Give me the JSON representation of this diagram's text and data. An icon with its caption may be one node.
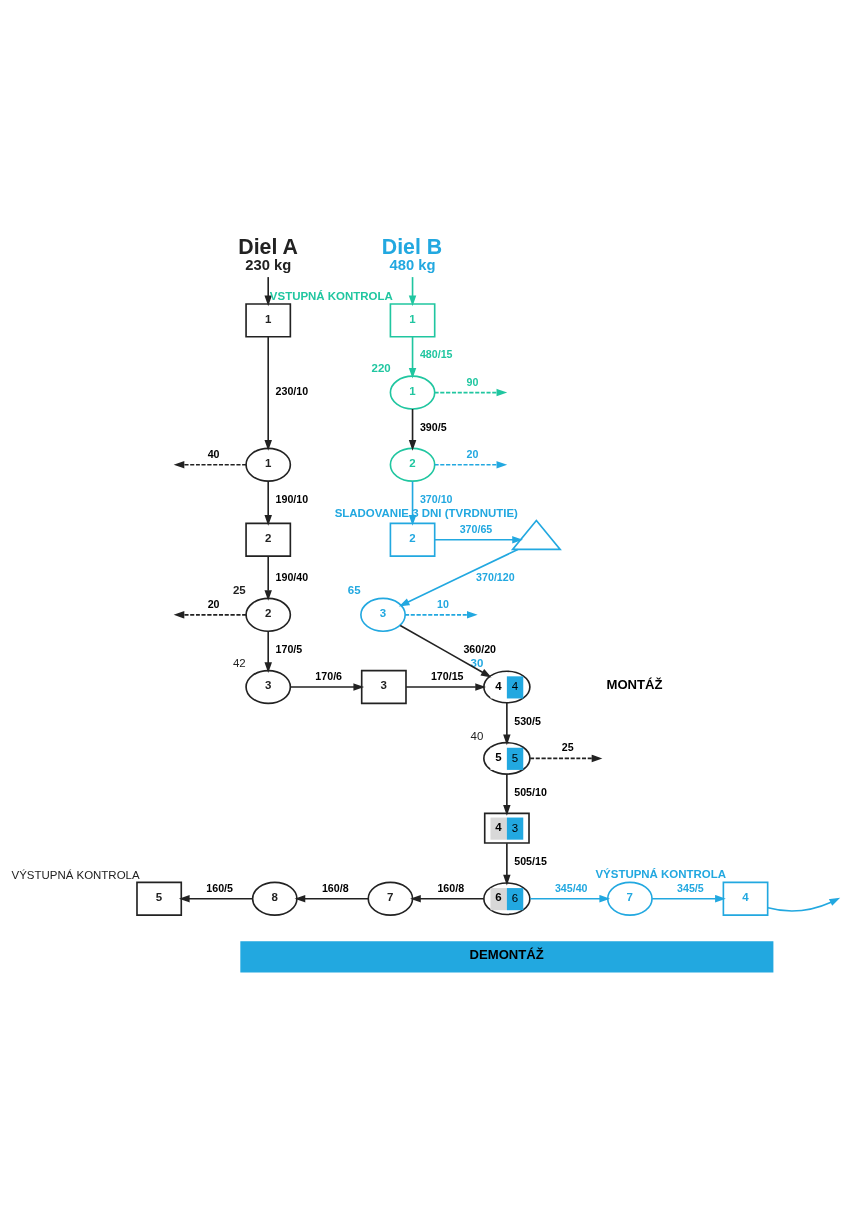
{
  "diagram": {
    "nodes": [
      {
        "text": [
          "Diel A",
          "230 kg"
        ]
      },
      {
        "text": [
          "Diel B",
          "480 kg"
        ]
      },
      {
        "text": [
          "1"
        ]
      },
      {
        "text": [
          "1"
        ],
        "beside": [
          "VSTUPNÁ KONTROLA"
        ]
      },
      {
        "text": [
          "1"
        ],
        "beside": [
          "220"
        ]
      },
      {
        "text": [
          "1"
        ]
      },
      {
        "text": [
          "2"
        ]
      },
      {
        "text": [
          "2"
        ]
      },
      {
        "text": [
          "2"
        ]
      },
      {
        "text": [],
        "shape": "triangle",
        "beside": [
          "SLADOVANIE 3 DNI (TVRDNUTIE)"
        ]
      },
      {
        "text": [
          "2"
        ],
        "beside": [
          "25"
        ]
      },
      {
        "text": [
          "3"
        ],
        "beside": [
          "65"
        ]
      },
      {
        "text": [
          "3"
        ],
        "beside": [
          "42"
        ]
      },
      {
        "text": [
          "3"
        ]
      },
      {
        "text": [
          "4",
          "4"
        ],
        "beside": [
          "30"
        ]
      },
      {
        "text": [
          "5",
          "5"
        ],
        "beside": [
          "40"
        ]
      },
      {
        "text": [
          "4",
          "3"
        ]
      },
      {
        "text": [
          "5"
        ],
        "beside": [
          "VÝSTUPNÁ KONTROLA"
        ]
      },
      {
        "text": [
          "8"
        ]
      },
      {
        "text": [
          "7"
        ]
      },
      {
        "text": [
          "6",
          "6"
        ]
      },
      {
        "text": [
          "7"
        ]
      },
      {
        "text": [
          "4"
        ],
        "beside": [
          "VÝSTUPNÁ KONTROLA"
        ]
      }
    ],
    "edges": [
      {
        "from": 0,
        "to": 2,
        "arrow": "to"
      },
      {
        "from": 1,
        "to": 3,
        "arrow": "to",
        "color": "#20c6a0"
      },
      {
        "from": 3,
        "to": 4,
        "arrow": "to",
        "label": "480/15",
        "color": "#20c6a0"
      },
      {
        "from": 4,
        "to": null,
        "arrow": "to",
        "label": "90",
        "style": "dashed",
        "color": "#20c6a0"
      },
      {
        "from": 2,
        "to": 5,
        "arrow": "to",
        "label": "230/10"
      },
      {
        "from": 4,
        "to": 6,
        "arrow": "to",
        "label": "390/5"
      },
      {
        "from": 5,
        "to": null,
        "arrow": "to",
        "label": "40",
        "style": "dashed"
      },
      {
        "from": 6,
        "to": null,
        "arrow": "to",
        "label": "20",
        "style": "dashed",
        "color": "#22a8e0"
      },
      {
        "from": 5,
        "to": 7,
        "arrow": "to",
        "label": "190/10"
      },
      {
        "from": 6,
        "to": 8,
        "arrow": "to",
        "label": "370/10",
        "color": "#22a8e0"
      },
      {
        "from": 8,
        "to": 9,
        "arrow": "to",
        "label": "370/65",
        "color": "#22a8e0"
      },
      {
        "from": 7,
        "to": 10,
        "arrow": "to",
        "label": "190/40"
      },
      {
        "from": 9,
        "to": 11,
        "arrow": "to",
        "label": "370/120",
        "color": "#22a8e0"
      },
      {
        "from": 10,
        "to": null,
        "arrow": "to",
        "label": "20",
        "style": "dashed"
      },
      {
        "from": 11,
        "to": null,
        "arrow": "to",
        "label": "10",
        "style": "dashed",
        "color": "#22a8e0"
      },
      {
        "from": 10,
        "to": 12,
        "arrow": "to",
        "label": "170/5"
      },
      {
        "from": 11,
        "to": 14,
        "arrow": "to",
        "label": "360/20"
      },
      {
        "from": 12,
        "to": 13,
        "arrow": "to",
        "label": "170/6"
      },
      {
        "from": 13,
        "to": 14,
        "arrow": "to",
        "label": "170/15"
      },
      {
        "from": 14,
        "to": 15,
        "arrow": "to",
        "label": "530/5"
      },
      {
        "from": 15,
        "to": null,
        "arrow": "to",
        "label": "25",
        "style": "dashed"
      },
      {
        "from": 15,
        "to": 16,
        "arrow": "to",
        "label": "505/10"
      },
      {
        "from": 16,
        "to": 20,
        "arrow": "to",
        "label": "505/15"
      },
      {
        "from": 20,
        "to": 19,
        "arrow": "to",
        "label": "160/8"
      },
      {
        "from": 19,
        "to": 18,
        "arrow": "to",
        "label": "160/8"
      },
      {
        "from": 18,
        "to": 17,
        "arrow": "to",
        "label": "160/5"
      },
      {
        "from": 20,
        "to": 21,
        "arrow": "to",
        "label": "345/40",
        "color": "#22a8e0"
      },
      {
        "from": 21,
        "to": 22,
        "arrow": "to",
        "label": "345/5",
        "color": "#22a8e0"
      },
      {
        "from": 22,
        "to": null,
        "arrow": "to",
        "color": "#22a8e0"
      }
    ],
    "labels": [
      "MONTÁŽ",
      "DEMONTÁŽ"
    ]
  }
}
